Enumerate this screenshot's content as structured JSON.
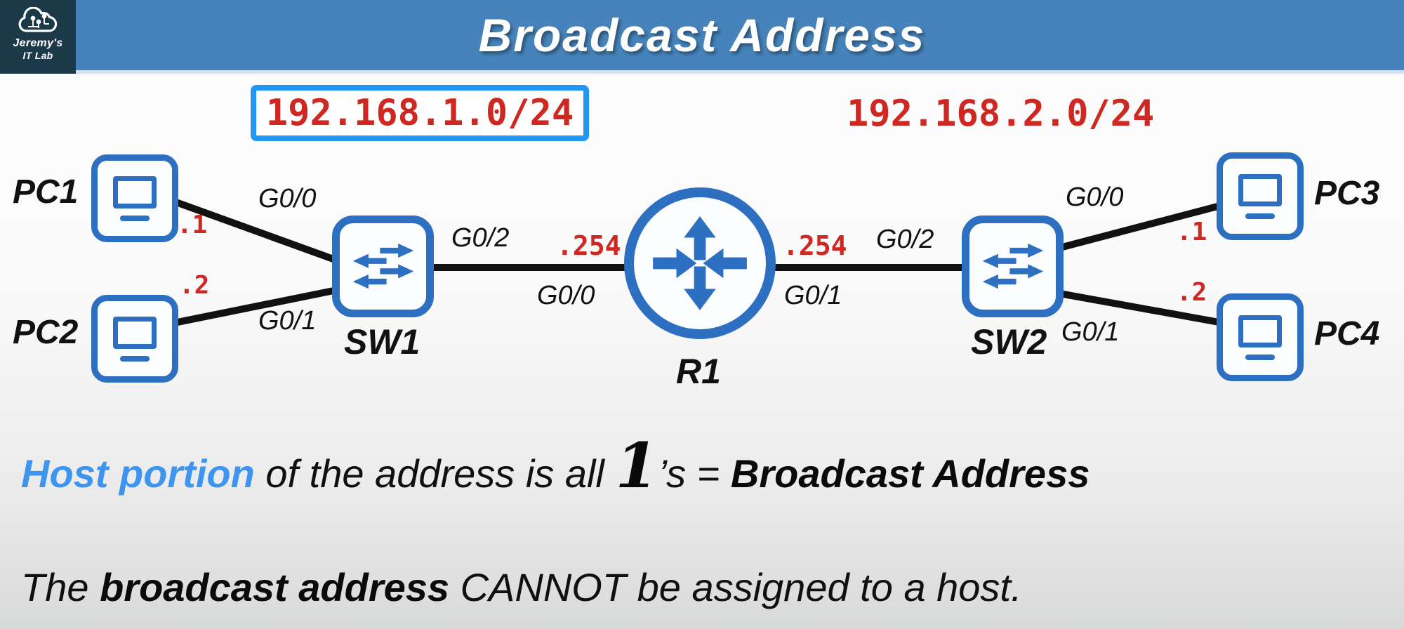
{
  "header": {
    "logo": {
      "line1": "Jeremy's",
      "line2": "IT Lab"
    },
    "title": "Broadcast Address"
  },
  "diagram": {
    "subnet_left": "192.168.1.0/24",
    "subnet_right": "192.168.2.0/24",
    "pc1": {
      "label": "PC1",
      "ip": ".1"
    },
    "pc2": {
      "label": "PC2",
      "ip": ".2"
    },
    "pc3": {
      "label": "PC3",
      "ip": ".1"
    },
    "pc4": {
      "label": "PC4",
      "ip": ".2"
    },
    "sw1": {
      "label": "SW1",
      "port_top_left": "G0/0",
      "port_bottom_left": "G0/1",
      "port_right": "G0/2"
    },
    "sw2": {
      "label": "SW2",
      "port_left": "G0/2",
      "port_top_right": "G0/0",
      "port_bottom_right": "G0/1"
    },
    "r1": {
      "label": "R1",
      "port_left": "G0/0",
      "port_right": "G0/1",
      "ip_left": ".254",
      "ip_right": ".254"
    }
  },
  "notes": {
    "line1": {
      "highlight": "Host portion",
      "mid": " of the address is all ",
      "big_one": "1",
      "s_eq": "’s = ",
      "bold": "Broadcast Address"
    },
    "line2": {
      "pre": "The ",
      "bold": "broadcast address",
      "post": " CANNOT be assigned to a host."
    }
  },
  "colors": {
    "header_bar": "#4583ba",
    "logo_bg": "#1c394a",
    "device_blue": "#2d6fc0",
    "subnet_box_border": "#2196f3",
    "ip_red": "#cf2822",
    "note_highlight_blue": "#3d95f0",
    "cable": "#111111"
  }
}
